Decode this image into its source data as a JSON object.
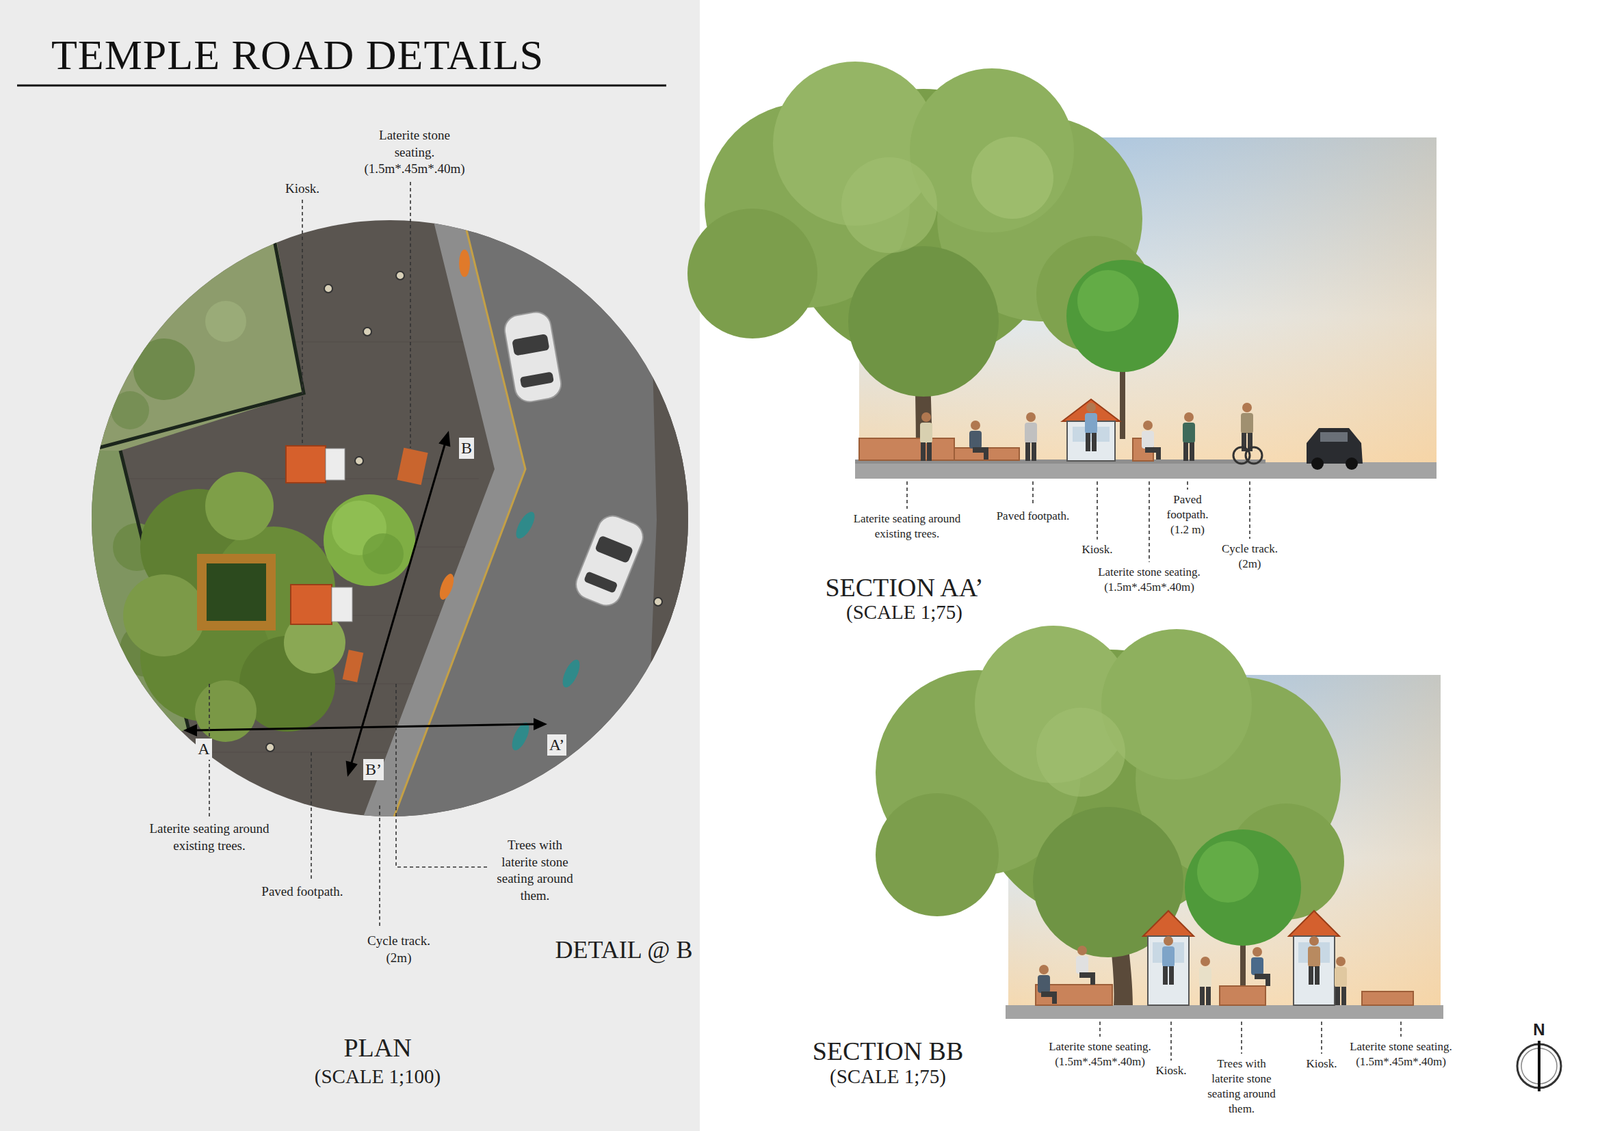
{
  "diagram": {
    "title": "TEMPLE ROAD DETAILS",
    "labels": [
      "Laterite stone seating. (1.5m*.45m*.40m)",
      "Kiosk.",
      "B",
      "A",
      "A’",
      "B’",
      "Laterite seating around existing trees.",
      "Paved footpath.",
      "Trees with laterite stone seating around them.",
      "Cycle track. (2m)",
      "DETAIL @ B",
      "PLAN",
      "(SCALE 1;100)",
      "Laterite seating around existing trees.",
      "Paved footpath.",
      "Kiosk.",
      "Paved footpath. (1.2 m)",
      "Laterite stone seating. (1.5m*.45m*.40m)",
      "Cycle track. (2m)",
      "SECTION AA’",
      "(SCALE 1;75)",
      "Laterite stone seating. (1.5m*.45m*.40m)",
      "Kiosk.",
      "Trees with laterite stone seating around them.",
      "Kiosk.",
      "Laterite stone seating. (1.5m*.45m*.40m)",
      "SECTION BB",
      "(SCALE 1;75)",
      "N"
    ]
  }
}
